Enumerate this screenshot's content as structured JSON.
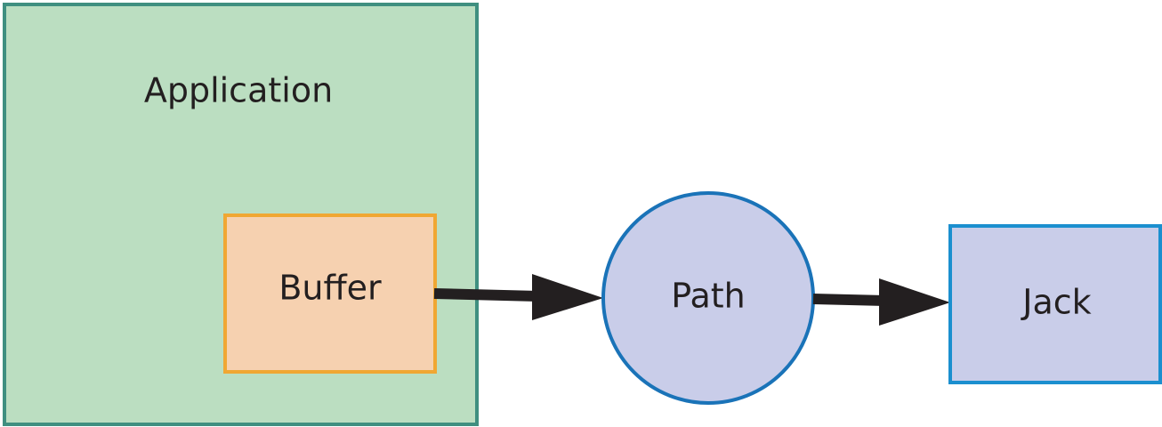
{
  "diagram": {
    "application": {
      "label": "Application",
      "fill": "#bbdec1",
      "stroke": "#3f8f80"
    },
    "buffer": {
      "label": "Buffer",
      "fill": "#f6d1b0",
      "stroke": "#f0a733"
    },
    "path": {
      "label": "Path",
      "fill": "#c9cde9",
      "stroke": "#1a73b8"
    },
    "jack": {
      "label": "Jack",
      "fill": "#c9cde9",
      "stroke": "#1b8fcf"
    },
    "arrow_color": "#231f20",
    "edges": [
      {
        "from": "buffer",
        "to": "path"
      },
      {
        "from": "path",
        "to": "jack"
      }
    ]
  }
}
